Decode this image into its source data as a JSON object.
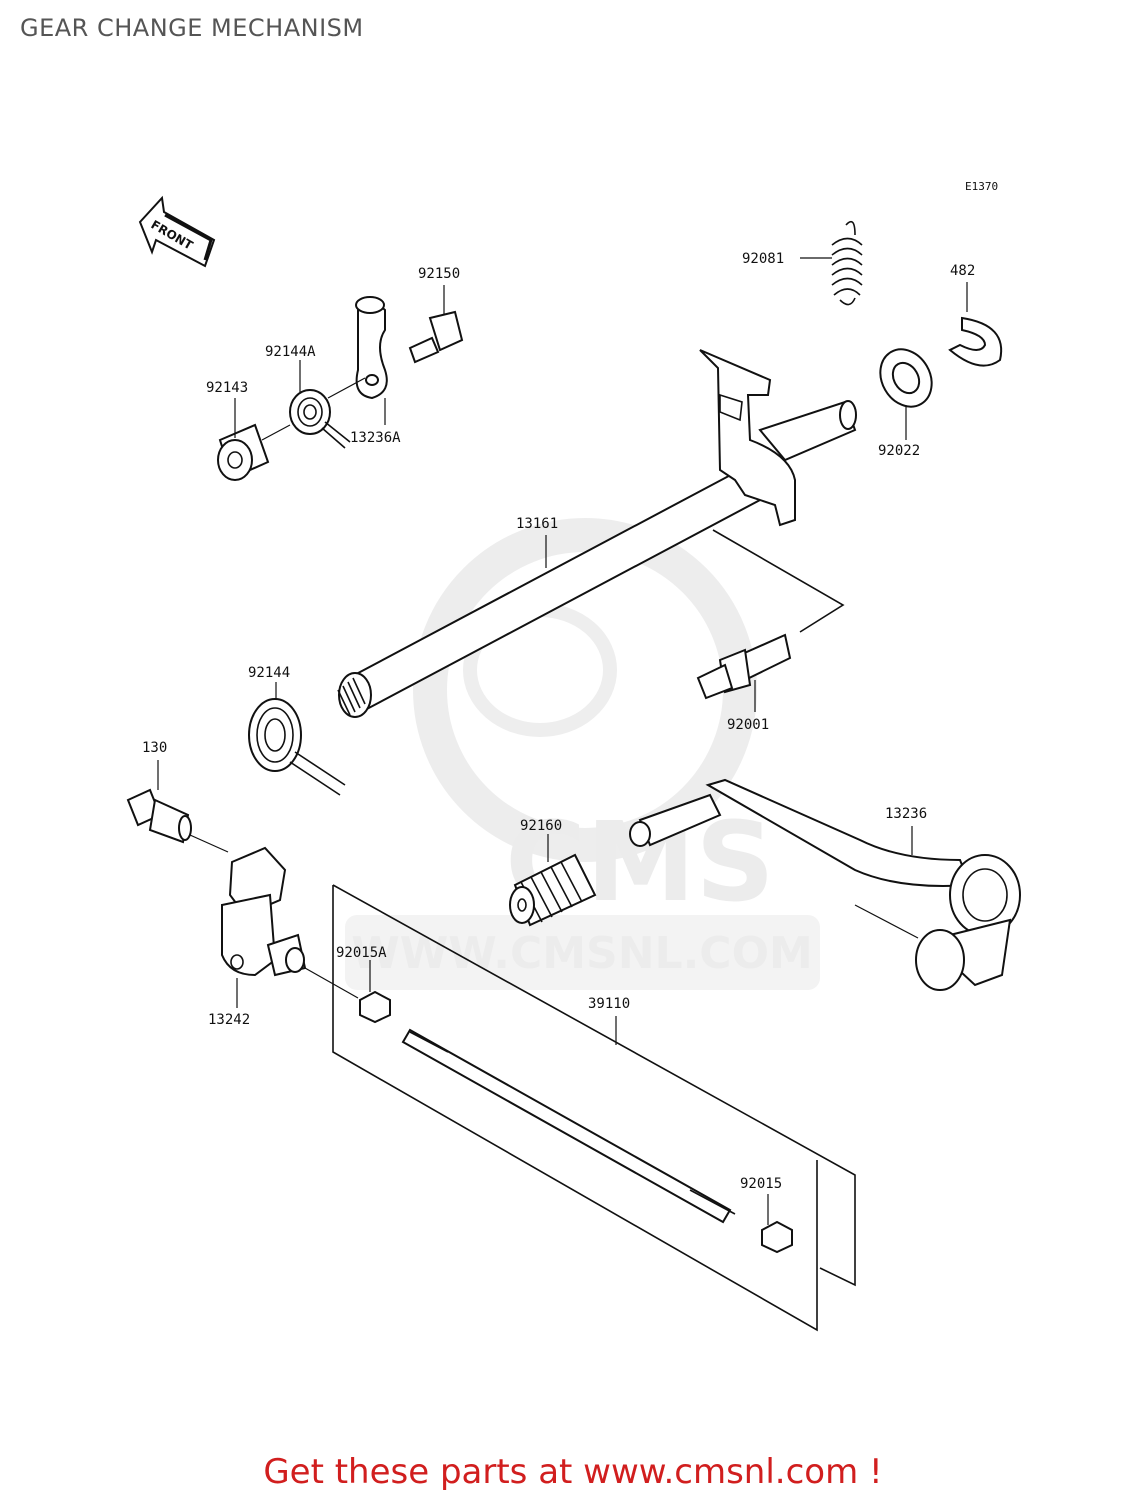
{
  "page": {
    "title": "GEAR CHANGE MECHANISM",
    "footer_link": "Get these parts at www.cmsnl.com !",
    "footer_color": "#d11e1e"
  },
  "diagram": {
    "code": "E1370",
    "front_label": "FRONT",
    "watermark": {
      "text": "WWW.CMSNL.COM",
      "logo": "CMS"
    },
    "parts": [
      {
        "id": "p92081",
        "number": "92081",
        "name": "spring"
      },
      {
        "id": "p482",
        "number": "482",
        "name": "circlip"
      },
      {
        "id": "p92150",
        "number": "92150",
        "name": "bolt"
      },
      {
        "id": "p92144A",
        "number": "92144A",
        "name": "spring"
      },
      {
        "id": "p92143",
        "number": "92143",
        "name": "collar"
      },
      {
        "id": "p13236A",
        "number": "13236A",
        "name": "lever"
      },
      {
        "id": "p92022",
        "number": "92022",
        "name": "washer"
      },
      {
        "id": "p13161",
        "number": "13161",
        "name": "shaft"
      },
      {
        "id": "p92144",
        "number": "92144",
        "name": "spring"
      },
      {
        "id": "p92001",
        "number": "92001",
        "name": "bolt"
      },
      {
        "id": "p130",
        "number": "130",
        "name": "bolt"
      },
      {
        "id": "p13236",
        "number": "13236",
        "name": "pedal"
      },
      {
        "id": "p92160",
        "number": "92160",
        "name": "rubber"
      },
      {
        "id": "p92015A",
        "number": "92015A",
        "name": "nut"
      },
      {
        "id": "p13242",
        "number": "13242",
        "name": "lever"
      },
      {
        "id": "p39110",
        "number": "39110",
        "name": "rod"
      },
      {
        "id": "p92015",
        "number": "92015",
        "name": "nut"
      }
    ]
  }
}
